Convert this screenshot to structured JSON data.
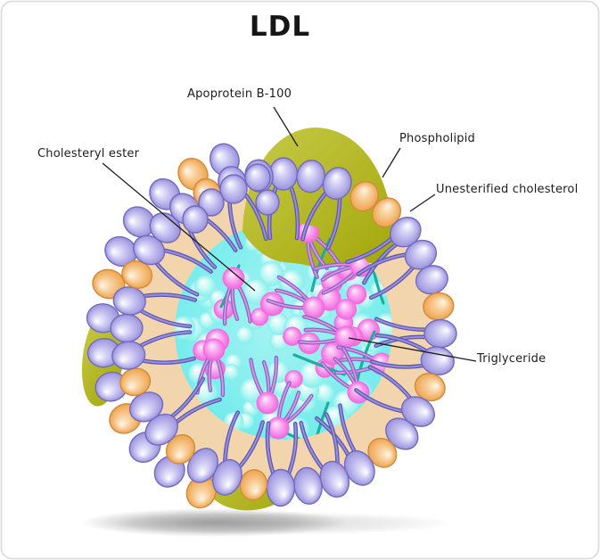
{
  "title": "LDL",
  "labels": {
    "apoprotein": "Apoprotein B-100",
    "phospholipid": "Phospholipid",
    "cholesteryl_ester": "Cholesteryl ester",
    "unesterified_cholesterol": "Unesterified cholesterol",
    "triglyceride": "Triglyceride"
  },
  "diagram": {
    "subject": "LDL lipoprotein particle cross-section",
    "parts": [
      {
        "label": "Apoprotein B-100",
        "color": "#b3b81d"
      },
      {
        "label": "Phospholipid",
        "color": "#a9a2e4"
      },
      {
        "label": "Unesterified cholesterol",
        "color": "#f0ab5c"
      },
      {
        "label": "Cholesteryl ester",
        "color": "#9df1ee"
      },
      {
        "label": "Triglyceride",
        "color": "#f46ee0"
      }
    ]
  },
  "palette": {
    "card_border": "#d9d9d9",
    "title_text": "#161616",
    "label_text": "#1c1c1c",
    "olive_light": "#c7cb48",
    "olive_dark": "#a3a70a",
    "membrane_peach": "#f3d5ad",
    "core_cyan_light": "#a9f4f2",
    "core_cyan": "#5fe8ea",
    "bubble_hi": "#ffffff",
    "bubble_mid": "#c9f9f6",
    "bubble_lo": "#86efec",
    "pink_hi": "#ffeffb",
    "pink_mid": "#fbabf0",
    "pink_lo": "#f263dd",
    "lavender_hi": "#ffffff",
    "lavender_mid": "#cfcbf3",
    "lavender_lo": "#9a92dd",
    "lavender_outline": "#716abe",
    "orange_hi": "#fff6e8",
    "orange_mid": "#f8cf9b",
    "orange_lo": "#efa44f",
    "orange_outline": "#d28a3c",
    "tail_outline": "#5f58ac",
    "tail_fill": "#968fe2",
    "trig_tail_outline": "#7a6fc2",
    "trig_tail_pink": "#f08ae6",
    "squiggle_teal": "#1fae9e",
    "shadow_gray": "#6e6e6e"
  }
}
